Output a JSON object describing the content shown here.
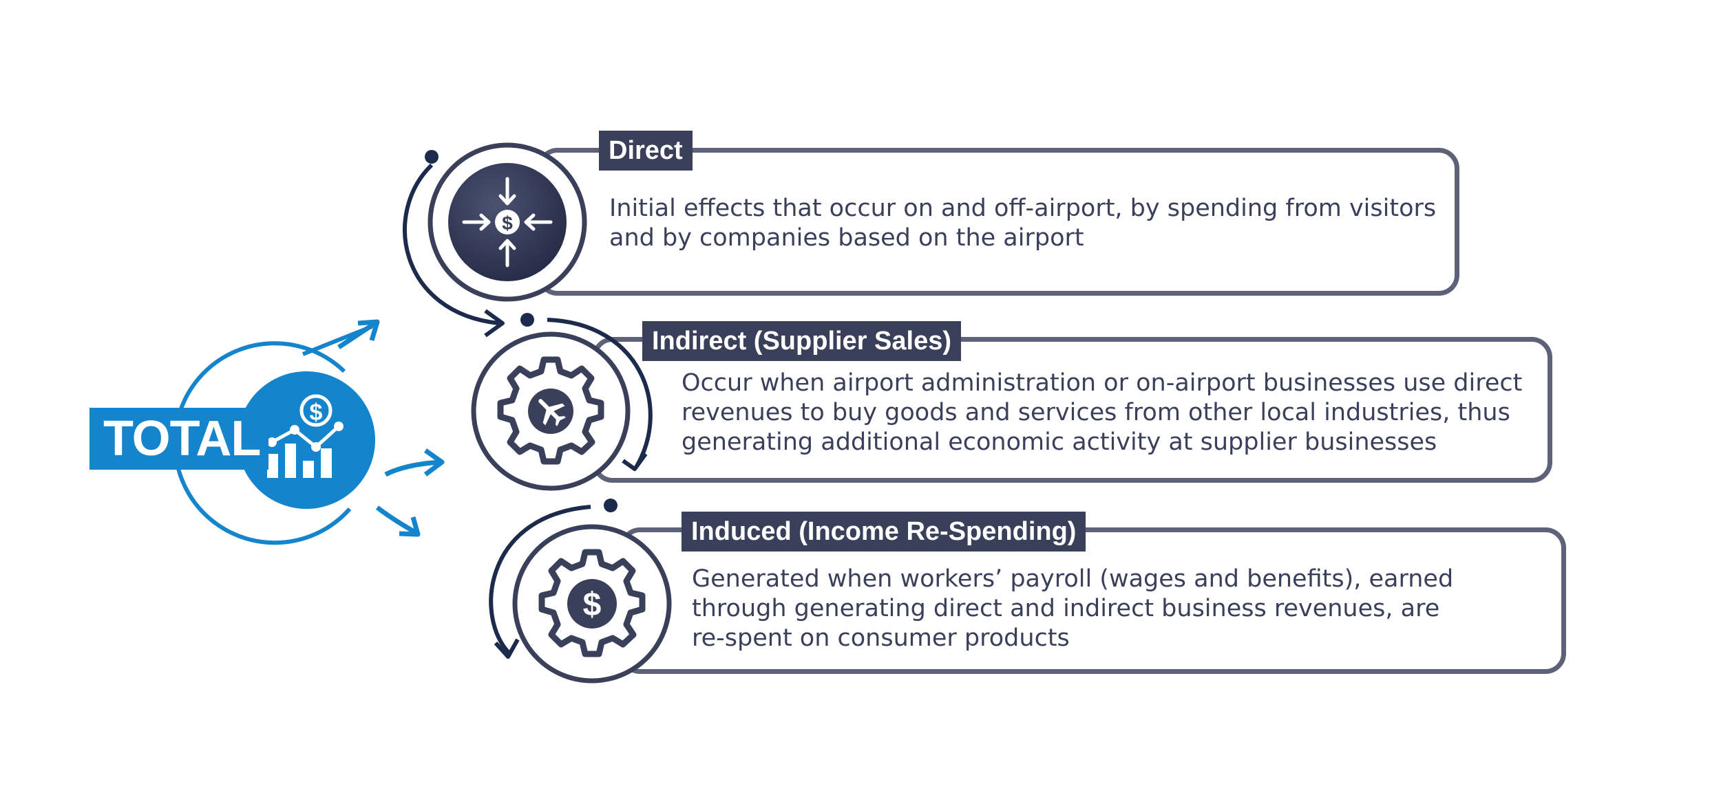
{
  "colors": {
    "navy": "#3a3f5a",
    "border": "#5e6278",
    "blue": "#1484cc",
    "dark_arc": "#1c2a4c"
  },
  "total": {
    "label": "TOTAL",
    "icon": "dollar-bar-chart-icon"
  },
  "impacts": [
    {
      "title": "Direct",
      "icon": "dollar-converging-arrows-icon",
      "lines": [
        "Initial effects that occur on and off-airport, by spending from visitors",
        "and by companies based on the airport"
      ]
    },
    {
      "title": "Indirect (Supplier Sales)",
      "icon": "gear-airplane-icon",
      "lines": [
        "Occur when airport administration or on-airport businesses use direct",
        "revenues to buy goods and services from other local industries, thus",
        "generating additional economic activity at supplier businesses"
      ]
    },
    {
      "title": "Induced (Income Re-Spending)",
      "icon": "gear-dollar-icon",
      "lines": [
        "Generated when workers’ payroll (wages and benefits), earned",
        "through generating direct and indirect business revenues, are",
        "re-spent on consumer products"
      ]
    }
  ]
}
